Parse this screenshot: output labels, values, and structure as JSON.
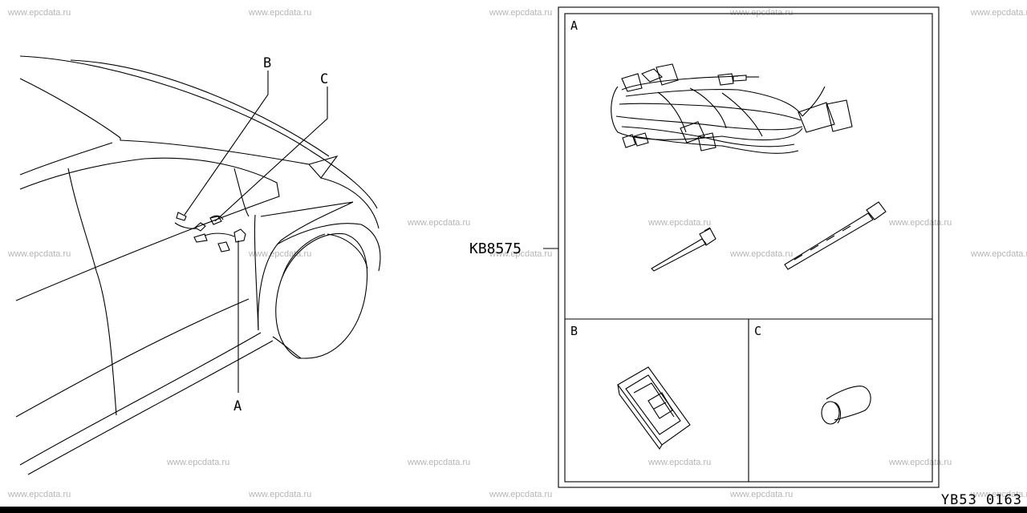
{
  "watermark": "www.epcdata.ru",
  "callouts": {
    "a": "A",
    "b": "B",
    "c": "C"
  },
  "kit_part_number": "KB8575",
  "panels": {
    "a": "A",
    "b": "B",
    "c": "C"
  },
  "diagram_code": "YB53 0163"
}
